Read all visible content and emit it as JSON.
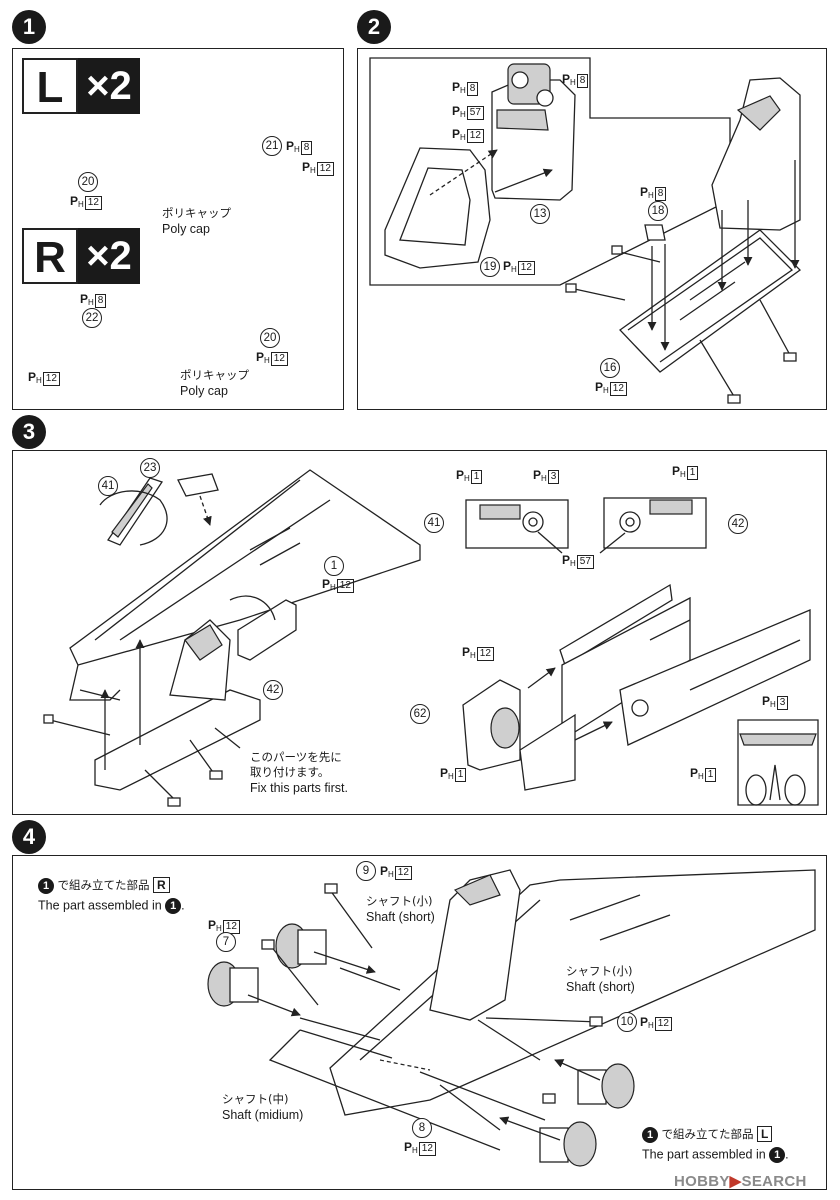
{
  "steps": {
    "s1": "1",
    "s2": "2",
    "s3": "3",
    "s4": "4"
  },
  "step1": {
    "left_letter": "L",
    "right_letter": "R",
    "multiplier": "×2",
    "poly_cap_jp": "ポリキャップ",
    "poly_cap_en": "Poly cap",
    "parts": {
      "p20": "20",
      "p21": "21",
      "p22": "22"
    },
    "runners": {
      "r8": "8",
      "r12": "12"
    }
  },
  "step2": {
    "parts": {
      "p13": "13",
      "p16": "16",
      "p18": "18",
      "p19": "19"
    },
    "runners": {
      "r8": "8",
      "r57": "57",
      "r12": "12"
    }
  },
  "step3": {
    "parts": {
      "p1": "1",
      "p23": "23",
      "p41": "41",
      "p42": "42",
      "p62": "62"
    },
    "runners": {
      "r1": "1",
      "r3": "3",
      "r12": "12",
      "r57": "57"
    },
    "note_jp_1": "このパーツを先に",
    "note_jp_2": "取り付けます。",
    "note_en": "Fix this parts first."
  },
  "step4": {
    "parts": {
      "p7": "7",
      "p8": "8",
      "p9": "9",
      "p10": "10"
    },
    "runners": {
      "r12": "12"
    },
    "assembled_r_jp": "で組み立てた部品",
    "assembled_r_box": "R",
    "assembled_r_en": "The part assembled in",
    "assembled_l_jp": "で組み立てた部品",
    "assembled_l_box": "L",
    "assembled_l_en": "The part assembled in",
    "step_ref": "1",
    "shaft_short_jp": "シャフト(小)",
    "shaft_short_en": "Shaft (short)",
    "shaft_mid_jp": "シャフト(中)",
    "shaft_mid_en": "Shaft (midium)"
  },
  "watermark": {
    "brand": "H🅞BBY",
    "suffix": "SEARCH",
    "brand_text": "HOBBY"
  },
  "runner_prefix": {
    "p": "P",
    "h": "H"
  }
}
